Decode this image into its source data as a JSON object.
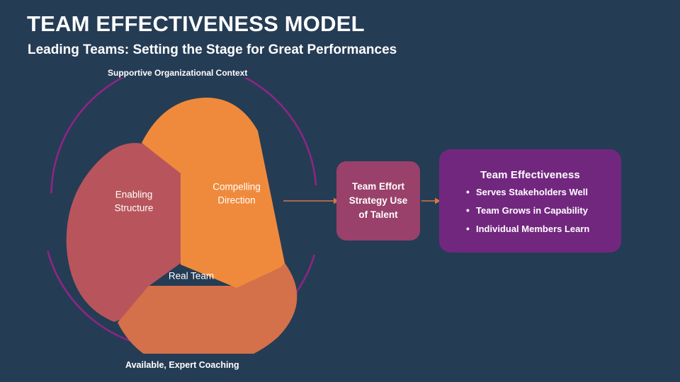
{
  "slide": {
    "background_color": "#253c55",
    "title": "TEAM EFFECTIVENESS MODEL",
    "subtitle": "Leading Teams: Setting the Stage for Great Performances"
  },
  "diagram": {
    "caption_top": "Supportive Organizational Context",
    "caption_bottom": "Available, Expert Coaching",
    "ring_color": "#8e2584",
    "arms": [
      {
        "name": "compelling-direction",
        "label_line1": "Compelling",
        "label_line2": "Direction",
        "color": "#ef8a3c"
      },
      {
        "name": "real-team",
        "label_line1": "Real Team",
        "label_line2": "",
        "color": "#d4704a"
      },
      {
        "name": "enabling-structure",
        "label_line1": "Enabling",
        "label_line2": "Structure",
        "color": "#b8555c"
      }
    ]
  },
  "mid_box": {
    "color": "#99416a",
    "lines": [
      "Team Effort",
      "Strategy Use",
      "of Talent"
    ]
  },
  "outcome_box": {
    "color": "#72277f",
    "title": "Team Effectiveness",
    "bullets": [
      "Serves Stakeholders Well",
      "Team Grows in Capability",
      "Individual Members Learn"
    ]
  },
  "arrows": {
    "color": "#d4764a",
    "arrow1_name": "arrow-triangle-to-team-effort",
    "arrow2_name": "arrow-team-effort-to-outcome"
  }
}
